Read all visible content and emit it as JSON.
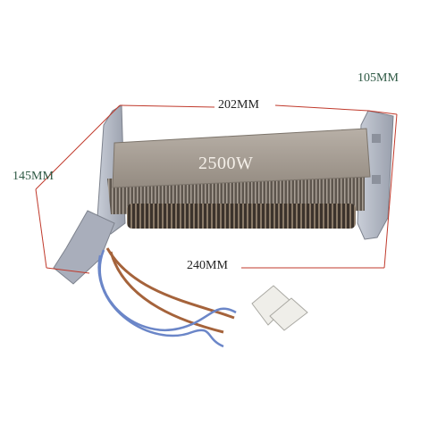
{
  "dimensions": {
    "width_top": "202MM",
    "depth": "105MM",
    "height": "145MM",
    "width_bottom": "240MM"
  },
  "product": {
    "power_rating": "2500W"
  },
  "colors": {
    "dimension_line": "#c0392b",
    "label_dark": "#222222",
    "label_green": "#2f5a45",
    "metal_plate": "#a69d94",
    "bracket": "#b3b8c4",
    "coil": "#4a4038",
    "wire_blue": "#6b86c8",
    "wire_brown": "#a5633b"
  }
}
